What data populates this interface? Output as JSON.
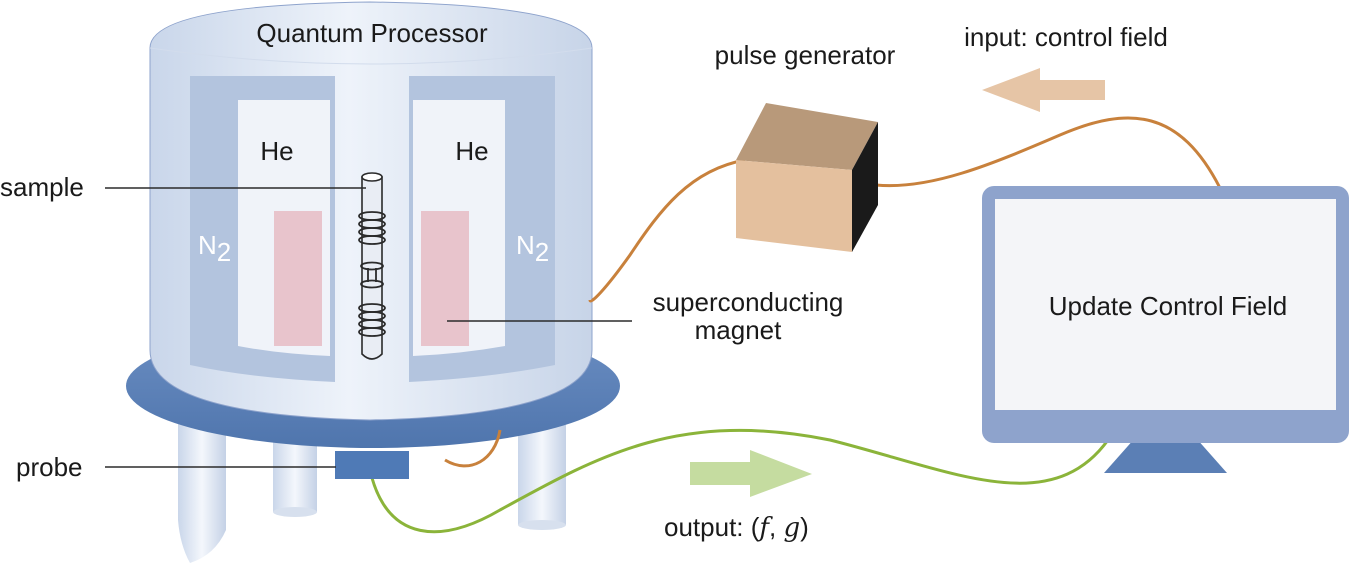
{
  "labels": {
    "title": "Quantum Processor",
    "he_left": "He",
    "he_right": "He",
    "n2_left_base": "N",
    "n2_left_sub": "2",
    "n2_right_base": "N",
    "n2_right_sub": "2",
    "sample": "sample",
    "probe": "probe",
    "magnet_line1": "superconducting",
    "magnet_line2": "magnet",
    "pulse_generator": "pulse generator",
    "input": "input: control field",
    "output_prefix": "output: (",
    "output_f": "f",
    "output_comma": ", ",
    "output_g": "g",
    "output_suffix": ")",
    "monitor_text": "Update Control Field"
  },
  "colors": {
    "cryostat_body": "#dde6f3",
    "cryostat_base": "#5b7fb5",
    "nitrogen_jacket": "#b3c4de",
    "helium_chamber": "#f0f3f9",
    "magnet": "#e8c4cc",
    "pulse_box_front": "#e4c09e",
    "pulse_box_top": "#b8997a",
    "pulse_box_side": "#1a1a1a",
    "input_arrow": "#e6c5a6",
    "output_arrow": "#c5dca0",
    "input_cable": "#c8813c",
    "output_cable": "#8bb43a",
    "monitor_frame": "#8ea3cc",
    "monitor_stand": "#5b7fb5",
    "probe_block": "#4f7ab6"
  }
}
